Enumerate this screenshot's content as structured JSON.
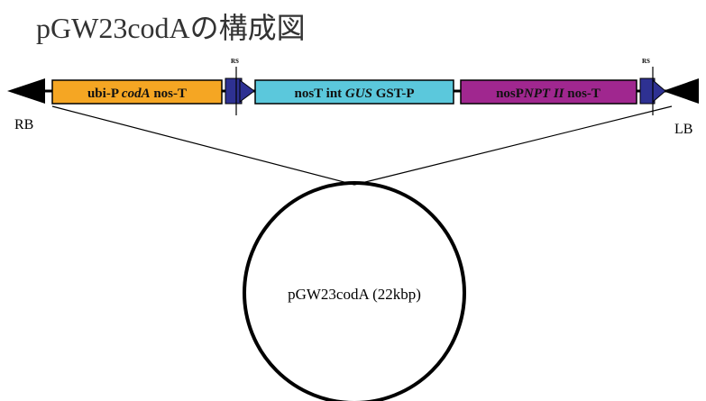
{
  "title": "pGW23codAの構成図",
  "construct": {
    "left_border": "RB",
    "right_border": "LB",
    "rs_site_label": "RS",
    "segments": [
      {
        "label_parts": [
          {
            "text": "ubi-P ",
            "italic": false
          },
          {
            "text": "codA",
            "italic": true
          },
          {
            "text": " nos-T",
            "italic": false
          }
        ],
        "color": "#F5A623"
      },
      {
        "label_parts": [
          {
            "text": "nosT int ",
            "italic": false
          },
          {
            "text": "GUS",
            "italic": true
          },
          {
            "text": " GST-P",
            "italic": false
          }
        ],
        "color": "#5BC8DC"
      },
      {
        "label_parts": [
          {
            "text": "nosP",
            "italic": false
          },
          {
            "text": "NPT II",
            "italic": true
          },
          {
            "text": " nos-T",
            "italic": false
          }
        ],
        "color": "#A0278F"
      }
    ],
    "rs_color": "#2E3192"
  },
  "plasmid": {
    "label": "pGW23codA (22kbp)"
  }
}
